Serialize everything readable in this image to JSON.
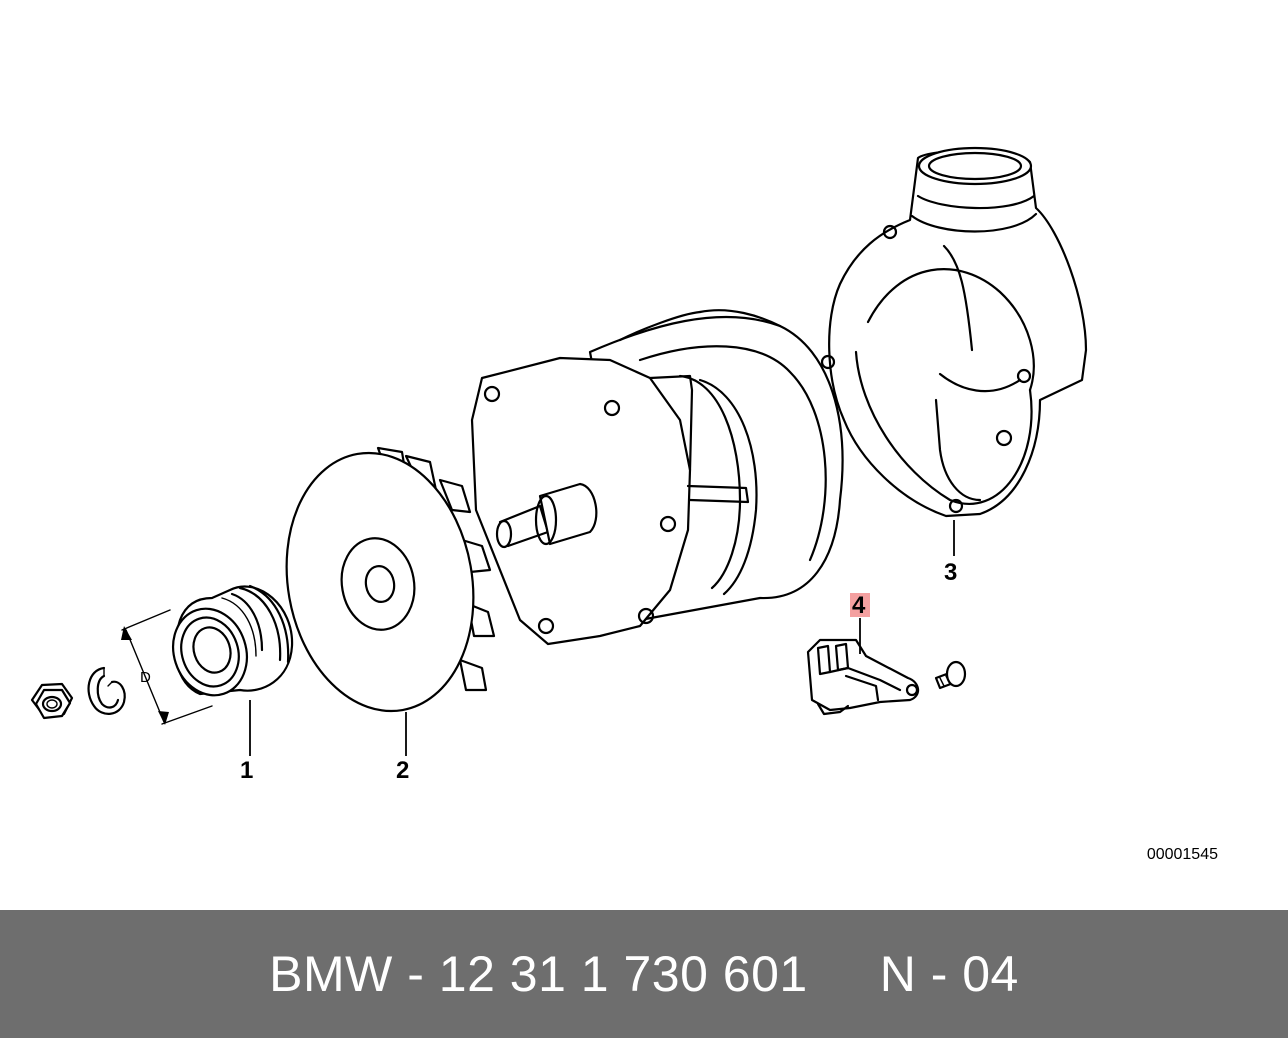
{
  "callouts": {
    "c1": "1",
    "c2": "2",
    "c3": "3",
    "c4": "4",
    "dimension": "D"
  },
  "drawing_number": "00001545",
  "footer": {
    "part": "BMW - 12 31 1 730 601",
    "code": "N - 04"
  },
  "colors": {
    "highlight": "#f4a0a0",
    "footer_bg": "#6e6e6e"
  }
}
